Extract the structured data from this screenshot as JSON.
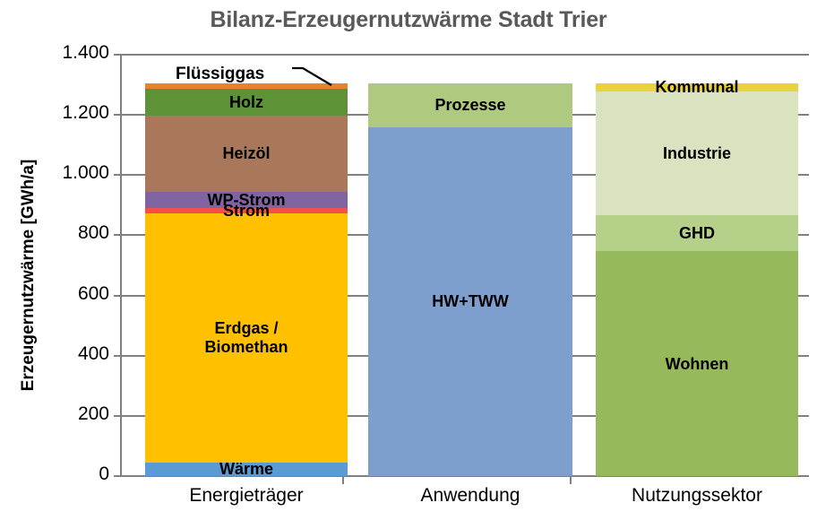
{
  "chart_data": {
    "type": "bar",
    "title": "Bilanz-Erzeugernutzwärme Stadt Trier",
    "xlabel": "",
    "ylabel": "Erzeugernutzwärme [GWh/a]",
    "ylim": [
      0,
      1400
    ],
    "yticks": [
      0,
      200,
      400,
      600,
      800,
      1000,
      1200,
      1400
    ],
    "ytick_labels": [
      "0",
      "200",
      "400",
      "600",
      "800",
      "1.000",
      "1.200",
      "1.400"
    ],
    "grid": true,
    "legend": "none (labels drawn inside segments)",
    "stacked": true,
    "categories": [
      "Energieträger",
      "Anwendung",
      "Nutzungssektor"
    ],
    "bars": [
      {
        "category": "Energieträger",
        "total": 1305,
        "segments": [
          {
            "name": "Wärme",
            "value": 45,
            "color": "#5B9BD5",
            "label": "Wärme",
            "label_visible": true
          },
          {
            "name": "Erdgas / Biomethan",
            "value": 828,
            "color": "#FFC000",
            "label": "Erdgas /\nBiomethan",
            "label_visible": true
          },
          {
            "name": "Strom",
            "value": 18,
            "color": "#F4504A",
            "label": "Strom",
            "label_visible": true
          },
          {
            "name": "WP-Strom",
            "value": 53,
            "color": "#8064A2",
            "label": "WP-Strom",
            "label_visible": true
          },
          {
            "name": "Heizöl",
            "value": 255,
            "color": "#A9785B",
            "label": "Heizöl",
            "label_visible": true
          },
          {
            "name": "Holz",
            "value": 88,
            "color": "#5E9237",
            "label": "Holz",
            "label_visible": true
          },
          {
            "name": "Flüssiggas",
            "value": 18,
            "color": "#E8822B",
            "label": "Flüssiggas",
            "label_visible": false
          }
        ]
      },
      {
        "category": "Anwendung",
        "total": 1305,
        "segments": [
          {
            "name": "HW+TWW",
            "value": 1159,
            "color": "#7E9ECD",
            "label": "HW+TWW",
            "label_visible": true
          },
          {
            "name": "Prozesse",
            "value": 146,
            "color": "#AFC97E",
            "label": "Prozesse",
            "label_visible": true
          }
        ]
      },
      {
        "category": "Nutzungssektor",
        "total": 1305,
        "segments": [
          {
            "name": "Wohnen",
            "value": 747,
            "color": "#96BA5B",
            "label": "Wohnen",
            "label_visible": true
          },
          {
            "name": "GHD",
            "value": 120,
            "color": "#B5D088",
            "label": "GHD",
            "label_visible": true
          },
          {
            "name": "Industrie",
            "value": 411,
            "color": "#D9E3C0",
            "label": "Industrie",
            "label_visible": true
          },
          {
            "name": "Kommunal",
            "value": 27,
            "color": "#E8D33C",
            "label": "Kommunal",
            "label_visible": true
          }
        ]
      }
    ],
    "callouts": [
      {
        "text": "Flüssiggas",
        "points_to": "Energieträger / Flüssiggas"
      }
    ],
    "colors": {
      "title": "#595959",
      "axis": "#808080",
      "text": "#000000",
      "background": "#FFFFFF"
    }
  }
}
